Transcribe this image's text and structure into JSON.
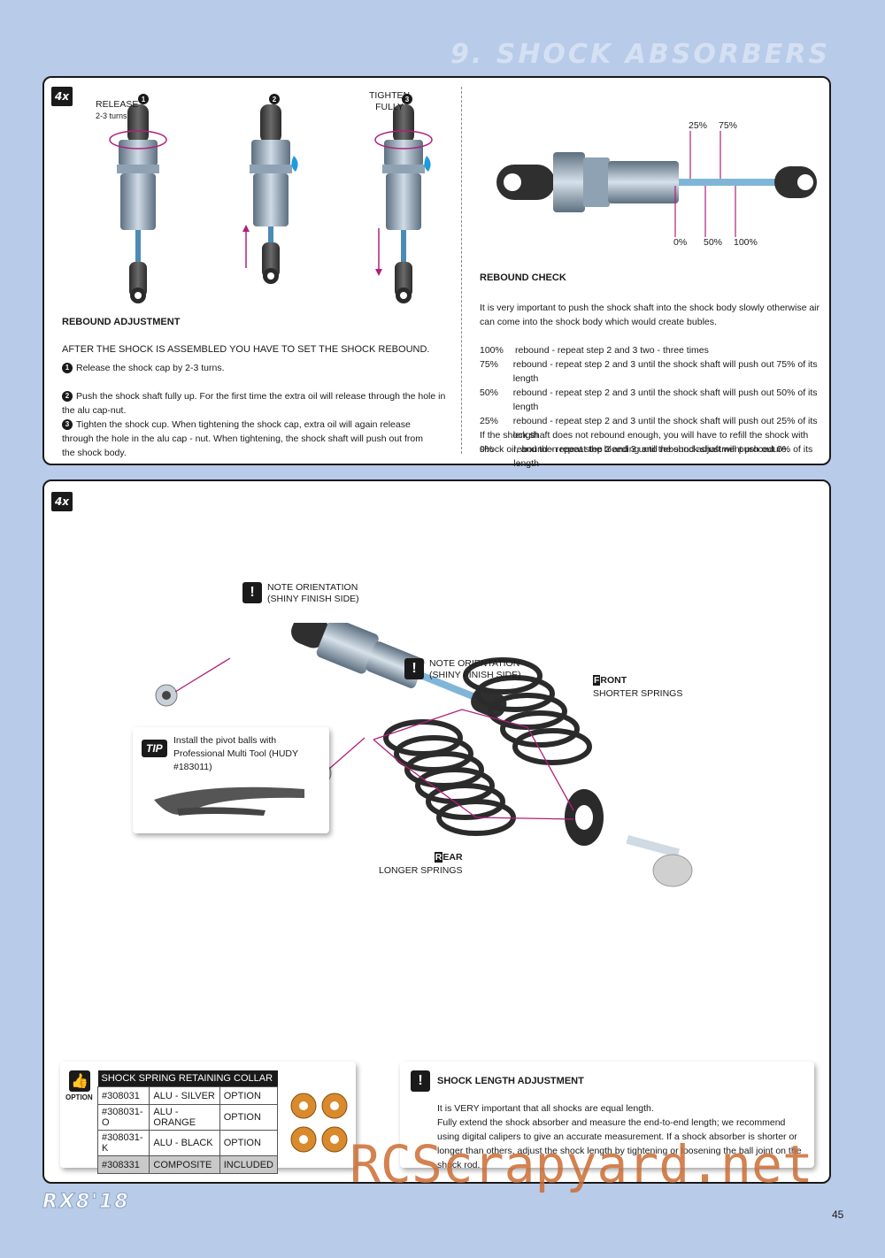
{
  "header": {
    "title": "9. SHOCK ABSORBERS"
  },
  "step1": {
    "badge": "4x",
    "labels": {
      "release": "RELEASE",
      "release_turns": "2-3 turns",
      "tighten": "TIGHTEN",
      "fully": "FULLY"
    },
    "step_nums": [
      "1",
      "2",
      "3"
    ],
    "rebound_adjustment": {
      "title": "REBOUND ADJUSTMENT",
      "intro": "AFTER THE SHOCK IS ASSEMBLED YOU HAVE TO SET THE SHOCK REBOUND.",
      "s1": "Release the shock cap by 2-3 turns.",
      "s2": "Push the shock shaft fully up. For the first time the extra oil will release through the hole in the alu cap-nut.",
      "s3": "Tighten the shock cup. When tightening the shock cap, extra oil will again release through the hole in the alu cap - nut. When tightening, the shock shaft will push out from the shock body."
    },
    "rebound_check": {
      "pct_top": [
        "25%",
        "75%"
      ],
      "pct_bottom": [
        "0%",
        "50%",
        "100%"
      ],
      "title": "REBOUND CHECK",
      "intro": "It is very important to push the shock shaft into the shock body slowly otherwise air can come into the shock body which would create bubles.",
      "rows": [
        {
          "pct": "100%",
          "text": "rebound - repeat step 2 and 3 two - three times"
        },
        {
          "pct": "75%",
          "text": "rebound - repeat step 2 and 3  until the shock shaft will push out 75% of its length"
        },
        {
          "pct": "50%",
          "text": "rebound - repeat step 2 and 3  until the shock shaft will push out 50% of its length"
        },
        {
          "pct": "25%",
          "text": "rebound - repeat step 2 and 3  until the shock shaft will push out 25% of its length"
        },
        {
          "pct": "0%",
          "text": "rebound - repeat step 2 and 3  until the shock shaft will push out 0% of its length"
        }
      ],
      "outro": "If the shock shaft does not rebound enough, you will have to refill the shock with shock oil, and then repeat the bleeding and rebound adjustment procedure."
    }
  },
  "step2": {
    "badge": "4x",
    "note1": [
      "NOTE ORIENTATION",
      "(SHINY FINISH SIDE)"
    ],
    "note2": [
      "NOTE ORIENTATION",
      "(SHINY FINISH SIDE)"
    ],
    "front": {
      "letter": "F",
      "rest": "RONT",
      "desc": "SHORTER SPRINGS"
    },
    "rear": {
      "letter": "R",
      "rest": "EAR",
      "desc": "LONGER SPRINGS"
    },
    "tip": {
      "badge": "TIP",
      "text": "Install the pivot balls with Professional Multi Tool (HUDY #183011)"
    },
    "option": {
      "label": "OPTION",
      "table_title": "SHOCK SPRING RETAINING COLLAR",
      "rows": [
        {
          "code": "#308031",
          "name": "ALU - SILVER",
          "status": "OPTION"
        },
        {
          "code": "#308031-O",
          "name": "ALU - ORANGE",
          "status": "OPTION"
        },
        {
          "code": "#308031-K",
          "name": "ALU - BLACK",
          "status": "OPTION"
        },
        {
          "code": "#308331",
          "name": "COMPOSITE",
          "status": "INCLUDED"
        }
      ]
    },
    "length": {
      "title": "SHOCK LENGTH ADJUSTMENT",
      "p1": "It is VERY important that all shocks are equal length.",
      "p2": "Fully extend the shock absorber and measure the end-to-end length; we recommend using digital calipers to give an accurate measurement. If a shock absorber is shorter or longer than others, adjust the shock length by tightening or loosening the ball joint on the shock rod."
    }
  },
  "footer": {
    "logo": "RX8'18",
    "page": "45",
    "watermark": "RCScrapyard.net"
  },
  "colors": {
    "page_bg": "#b8cbe9",
    "guide_line": "#b0207a",
    "oil": "#1e9be0"
  }
}
